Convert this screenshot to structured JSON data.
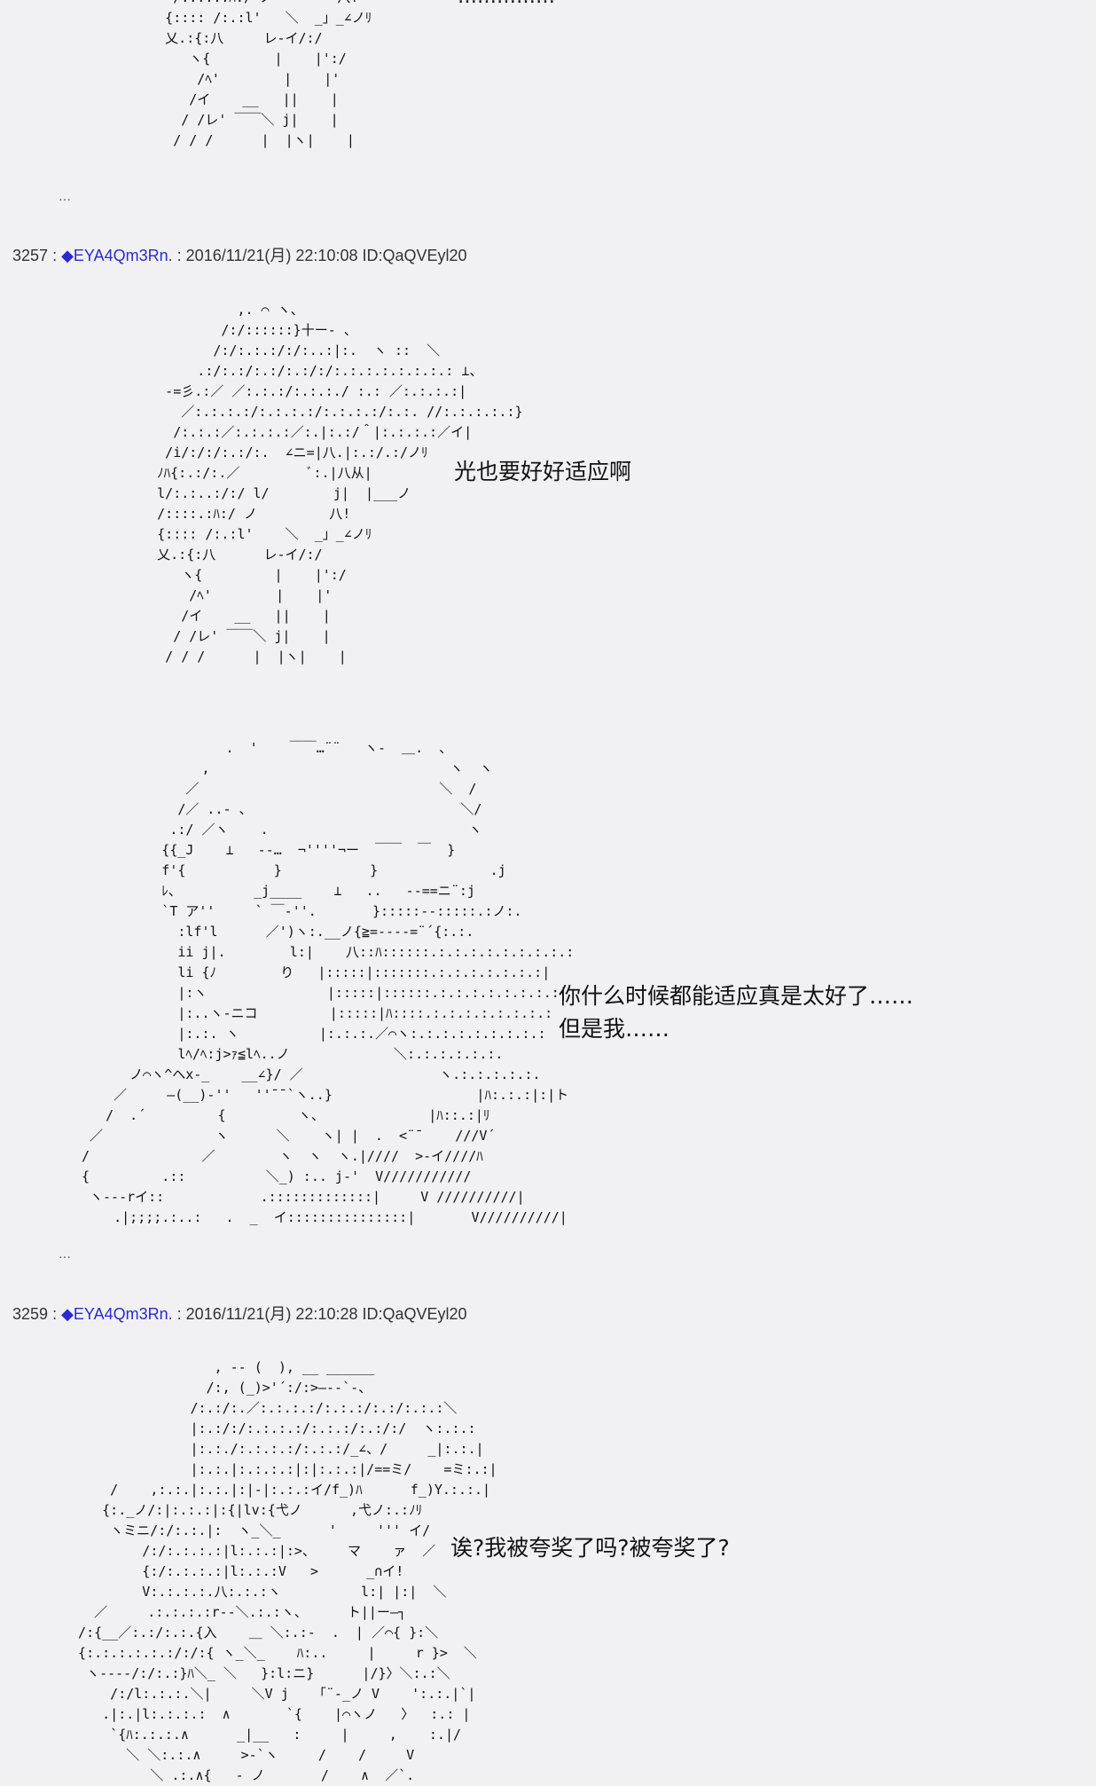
{
  "top_art": {
    "lines": [
      "       /::::.:ﾊ:/ ノ        八!",
      "      {:::: /:.:l'   ＼  _」_∠ノﾘ",
      "      乂.:{:八     レ-イ/:/",
      "         ヽ{        |    |':/",
      "          /ﾍ'        |    |'",
      "         /イ    __   ||    |",
      "        / /レ' ￣￣＼ j|    |",
      "       / / /      |  |ヽ|    |"
    ]
  },
  "top_speech_fragment": "……………",
  "separator_1": "…",
  "post_3257": {
    "number": "3257",
    "name": "◆EYA4Qm3Rn.",
    "date": "2016/11/21(月) 22:10:08",
    "id": "ID:QaQVEyl20",
    "art": [
      "               ,. ⌒ ヽ、",
      "             /:/::::::}十ー- 、",
      "            /:/:.:.:/:/:..:|:.  ヽ ::  ＼",
      "          .:/:.:/:.:/:.:/:/:.:.:.:.:.:.:.: ⊥、",
      "      -=彡.:／ ／:.:.:/:.:.:./ :.: ／:.:.:.:|",
      "        ／:.:.:.:/:.:.:.:/:.:.:.:/:.:. //:.:.:.:.:}",
      "       /:.:.:／:.:.:.:／:.|:.:/＾|:.:.:.:／イ|",
      "      /i/:/:/:.:/:.  ∠ニ=|八.|:.:/.:/ノﾘ",
      "     ﾉﾊ{:.:/:.／         ﾞ:.|八从|",
      "     l/:.:..:/:/ l/        j|  |___ノ",
      "     /::::.:ﾊ:/ ノ         八!",
      "     {:::: /:.:l'    ＼  _」_∠ノﾘ",
      "     乂.:{:八      レ-イ/:/",
      "        ヽ{         |    |':/",
      "         /ﾍ'        |    |'",
      "        /イ    __   ||    |",
      "       / /レ' ￣￣＼ j|    |",
      "      / / /      |  |ヽ|    |"
    ],
    "speech": "光也要好好适应啊"
  },
  "middle_block": {
    "art": [
      "                  .  '    ￣￣…¨¨   ヽ-  ＿.  、",
      "               ,                              ヽ  ヽ",
      "             ／                              ＼  /",
      "            /／ ..- 、                          ＼/",
      "           .:/ ／ヽ    .                         ヽ",
      "          {{_J    ⊥   --…  ¬''''¬ー  ￣￣  ￣  }",
      "          f'{           }           }              .j",
      "          ﾚ、         _j____    ⊥   ..   --==ニ¨:j",
      "          `T ア''     ` ￣-''.       }:::::--:::::.:ノ:.",
      "            :lf'l      ／')ヽ:.__ノ{≧=----=¨´{:.:.",
      "            ii j|.        l:|    八::ﾊ::::::.:.:.:.:.:.:.:.:.:",
      "            li {ﾉ        り   |:::::|:::::::.:.:.:.:.:.:.:|",
      "            |:ヽ               |:::::|::::::.:.:.:.:.:.:.:.:|",
      "            |:..ヽ-ニコ         |:::::|ﾊ::::.:.:.:.:.:.:.:.:",
      "            |:.:. ヽ          |:.:.:.／⌒ヽ:.:.:.:.:.:.:.:.:",
      "            lﾍ/ﾍ:j>ｧ≦lﾍ..ノ             ＼:.:.:.:.:.:.",
      "      ノ⌒ヽ^へx-_    __∠}/ ／                 ヽ.:.:.:.:.:.",
      "    ／     ―(__)-''   ''¯¯`ヽ..}                  |ﾊ:.:.:|:|ト",
      "   /  .´         {         ヽ、             |ﾊ::.:|ﾘ",
      " ／              ヽ      ＼    ヽ| |  .  <¨¯    ///V´",
      "/              ／        ヽ  ヽ  ヽ.|////  >-イ////ﾊ",
      "{         .::          ＼_) :.. j-'  V///////////",
      " ヽ---rイ::            .:::::::::::::|     V //////////|",
      "    .|;;;;.:..:   .  _  イ:::::::::::::::|       V//////////|"
    ],
    "speech_lines": [
      "你什么时候都能适应真是太好了……",
      "但是我……"
    ]
  },
  "separator_2": "…",
  "post_3259": {
    "number": "3259",
    "name": "◆EYA4Qm3Rn.",
    "date": "2016/11/21(月) 22:10:28",
    "id": "ID:QaQVEyl20",
    "art": [
      "                   , -- (  ), __ ______",
      "                  /:, (_)>'´:/:>―--`-、",
      "                /:.:/:.／:.:.:.:/:.:.:/:.:/:.:.:＼",
      "                |:.:/:/:.:.:.:/:.:.:/:.:/:/  ヽ:.:.:",
      "                |:.:./:.:.:.:/:.:.:/_∠、/     _|:.:.|",
      "                |:.:.|:.:.:.:|:|:.:.:|/==ミ/    =ミ:.:|",
      "      /    ,:.:.|:.:.|:|-|:.:.:イ/f_)ﾊ      f_)Y.:.:.|",
      "     {:._ノ/:|:.:.:|:{|lv:{弋ノ      ,弋ノ:.:ﾉﾘ",
      "      ヽミニ/:/:.:.|:  ヽ_＼_      '     ''' イ/",
      "          /:/:.:.:.:|l:.:.:|:>、    マ    ァ  ／",
      "          {:/:.:.:.:|l:.:.:V   >      _∩イ!",
      "          V:.:.:.:.八:.:.:ヽ          l:| |:|  ＼",
      "    ／     .:.:.:.:r‐‐＼.:.:ヽ、     ト||ー―┐",
      "  /:{__／:.:/:.:.{入    ＿ ＼:.:-  .  | ／⌒{ }:＼",
      "  {:.:.:.:.:.:/:/:{ ヽ_＼_    ﾊ:..     |     r }>  ＼",
      "   ヽ----/:/:.:}ﾊ＼_ ＼   }:l:ニ}      |/}〉＼:.:＼",
      "      /:/l:.:.:.＼|     ＼V j   「¨-_ノ V    ':.:.|`|",
      "     .|:.|l:.:.:.:  ∧       `{    |⌒ヽノ   〉  :.: |",
      "      `{ﾊ:.:.:.∧      _|__   :     |     ,    :.|/",
      "        ＼ ＼:.:.∧     >-`ヽ     /    /     V",
      "           ＼ .:.∧{   - ノ       /    ∧  ／`."
    ],
    "speech": "诶?我被夸奖了吗?被夸奖了?"
  }
}
